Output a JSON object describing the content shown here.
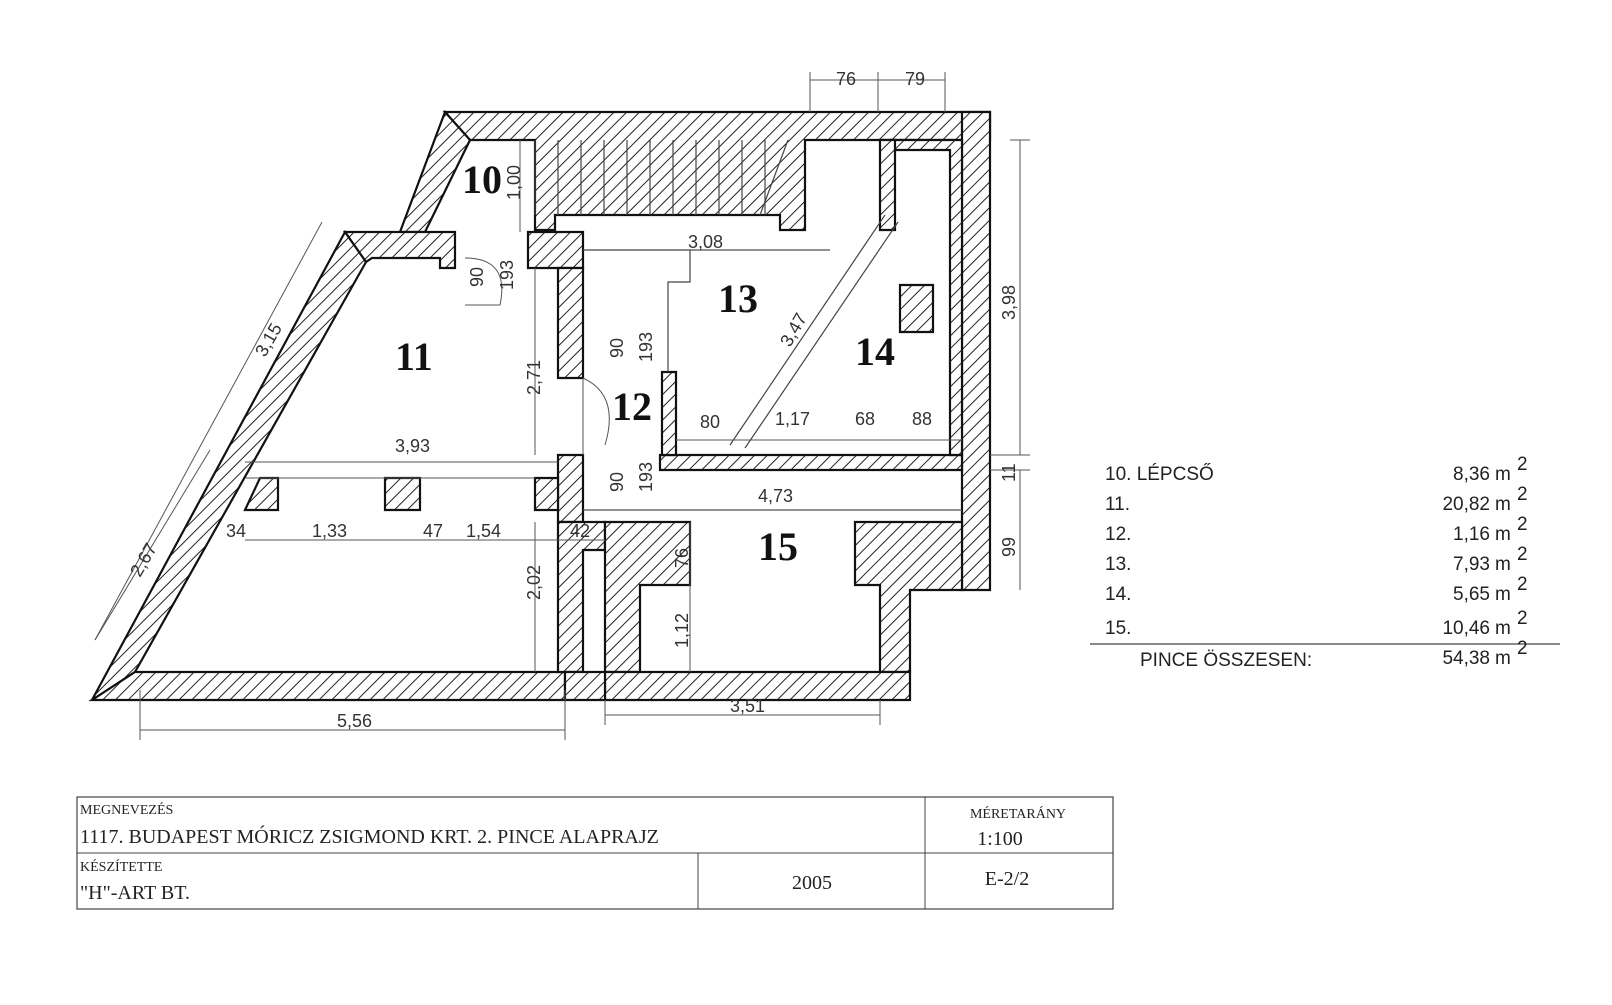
{
  "rooms": {
    "r10": "10",
    "r11": "11",
    "r12": "12",
    "r13": "13",
    "r14": "14",
    "r15": "15"
  },
  "dimensions": {
    "top_left": "76",
    "top_right": "79",
    "stair_height": "1,00",
    "door_w_10": "90",
    "door_h_10": "193",
    "width_308": "3,08",
    "diag_315": "3,15",
    "right_398": "3,98",
    "diag_347": "3,47",
    "door_w_12": "90",
    "door_h_12": "193",
    "h_271": "2,71",
    "w_80": "80",
    "w_117": "1,17",
    "w_68": "68",
    "w_88": "88",
    "w_393": "3,93",
    "door_w_12b": "90",
    "door_h_12b": "193",
    "w_473": "4,73",
    "right_11": "11",
    "diag_267": "2,67",
    "w_34": "34",
    "w_133": "1,33",
    "w_47": "47",
    "w_154": "1,54",
    "w_42": "42",
    "h_76": "76",
    "right_99": "99",
    "h_202": "2,02",
    "h_112": "1,12",
    "w_351": "3,51",
    "w_556": "5,56"
  },
  "area_table": {
    "unit": "m",
    "unit_sup": "2",
    "rows": [
      {
        "label": "10. LÉPCSŐ",
        "value": "8,36"
      },
      {
        "label": "11.",
        "value": "20,82"
      },
      {
        "label": "12.",
        "value": "1,16"
      },
      {
        "label": "13.",
        "value": "7,93"
      },
      {
        "label": "14.",
        "value": "5,65"
      },
      {
        "label": "15.",
        "value": "10,46"
      }
    ],
    "total_label": "PINCE ÖSSZESEN:",
    "total_value": "54,38"
  },
  "title_block": {
    "megnevezes_label": "MEGNEVEZÉS",
    "megnevezes_value": "1117. BUDAPEST MÓRICZ ZSIGMOND KRT. 2. PINCE ALAPRAJZ",
    "meretarany_label": "MÉRETARÁNY",
    "meretarany_value": "1:100",
    "keszitette_label": "KÉSZÍTETTE",
    "keszitette_value": "\"H\"-ART BT.",
    "year": "2005",
    "sheet": "E-2/2"
  }
}
